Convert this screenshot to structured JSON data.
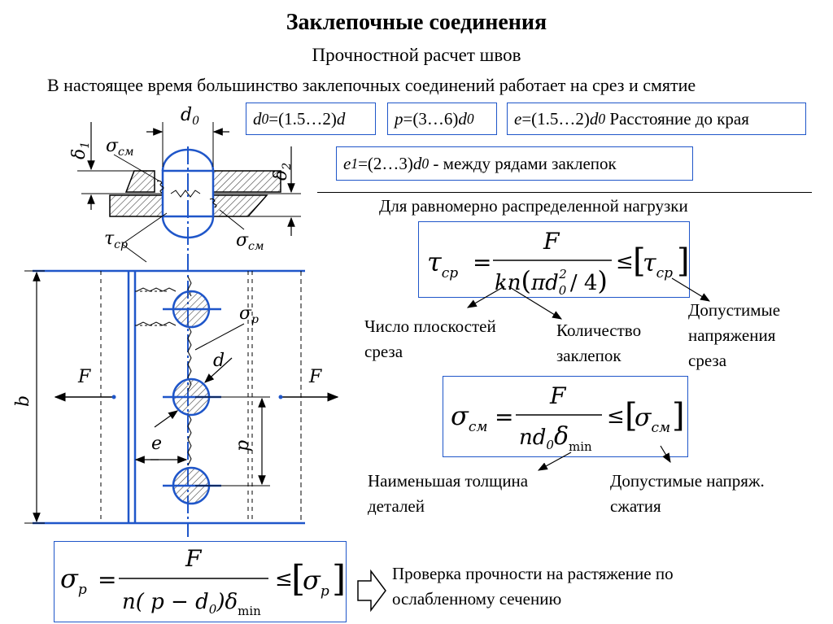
{
  "title": "Заклепочные соединения",
  "subtitle": "Прочностной расчет швов",
  "intro": "В настоящее время большинство заклепочных соединений работает на срез и смятие",
  "params": {
    "d0": {
      "sym": "d",
      "sub": "0",
      "rest": "=(1.5…2)",
      "tail": "d"
    },
    "p": {
      "sym": "p",
      "rest": "=(3…6)",
      "tail": "d",
      "tail_sub": "0"
    },
    "e": {
      "sym": "e",
      "rest": "=(1.5…2)",
      "tail": "d",
      "tail_sub": "0",
      "text": " Расстояние до края"
    },
    "e1": {
      "sym": "e",
      "sub": "1",
      "rest": "=(2…3)",
      "tail": "d",
      "tail_sub": "0",
      "text": " - между рядами заклепок"
    }
  },
  "uniform_load_heading": "Для равномерно распределенной нагрузки",
  "notes": {
    "planes": [
      "Число плоскостей",
      "среза"
    ],
    "count": [
      "Количество",
      "заклепок"
    ],
    "allowable_shear": [
      "Допустимые",
      "напряжения",
      "среза"
    ],
    "min_thickness": [
      "Наименьшая толщина",
      "деталей"
    ],
    "allowable_crush": [
      "Допустимые напряж.",
      "сжатия"
    ],
    "tension_check": [
      "Проверка прочности на растяжение по",
      "ослабленному сечению"
    ]
  },
  "formulas": {
    "shear": {
      "lhs": "τ",
      "lhs_sub": "ср",
      "num": "F",
      "den_a": "kn",
      "den_b": "πd",
      "den_sub": "0",
      "den_sup": "2",
      "den_c": "/ 4",
      "rhs": "τ",
      "rhs_sub": "ср"
    },
    "crush": {
      "lhs": "σ",
      "lhs_sub": "см",
      "num": "F",
      "den_a": "nd",
      "den_sub": "0",
      "den_b": "δ",
      "den_sub2": "min",
      "rhs": "σ",
      "rhs_sub": "см"
    },
    "tension": {
      "lhs": "σ",
      "lhs_sub": "р",
      "num": "F",
      "den_a": "n( p − d",
      "den_sub": "0",
      "den_b": ")δ",
      "den_sub2": "min",
      "rhs": "σ",
      "rhs_sub": "р"
    }
  },
  "drawing_labels": {
    "d0": "d",
    "d0_sub": "0",
    "delta1": "δ",
    "delta1_sub": "1",
    "delta2": "δ",
    "delta2_sub": "2",
    "sigma_cm_top": "σ",
    "sigma_cm_top_sub": "см",
    "tau": "τ",
    "tau_sub": "ср",
    "sigma_cm_right": "σ",
    "sigma_cm_right_sub": "см",
    "sigma_p": "σ",
    "sigma_p_sub": "р",
    "d": "d",
    "b": "b",
    "F_left": "F",
    "F_right": "F",
    "e": "e",
    "p": "p"
  },
  "colors": {
    "accent": "#1f56c9",
    "line": "#000000"
  }
}
